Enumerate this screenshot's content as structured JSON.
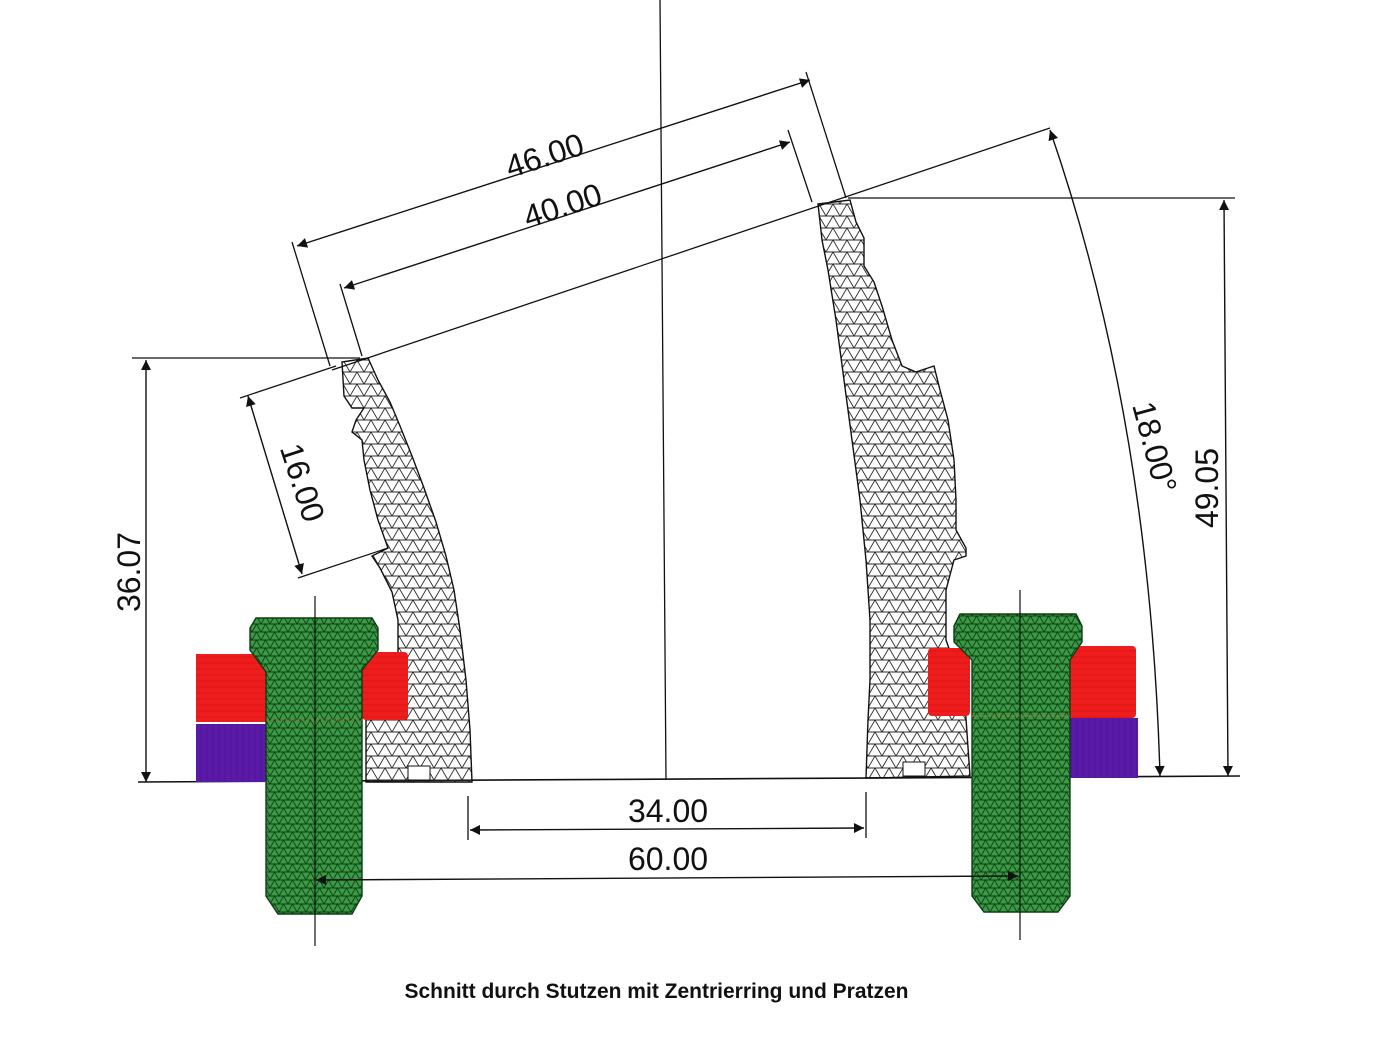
{
  "caption": "Schnitt durch Stutzen mit Zentrierring und Pratzen",
  "dimensions": {
    "outer_top": "46.00",
    "inner_top": "40.00",
    "left_face": "16.00",
    "left_height": "36.07",
    "angle": "18.00°",
    "right_height": "49.05",
    "bottom_inner": "34.00",
    "bottom_bolt_spacing": "60.00"
  },
  "colors": {
    "line": "#111111",
    "hatch": "#2a2a2a",
    "bolt_fill": "#2f8a3a",
    "bolt_hatch": "#0e3d14",
    "clamp_red": "#ee1c1c",
    "clamp_purple": "#5a1aa8"
  },
  "icons": {
    "hatch_pattern": "triangle-hatch-pattern",
    "arrowhead": "arrowhead-icon"
  }
}
